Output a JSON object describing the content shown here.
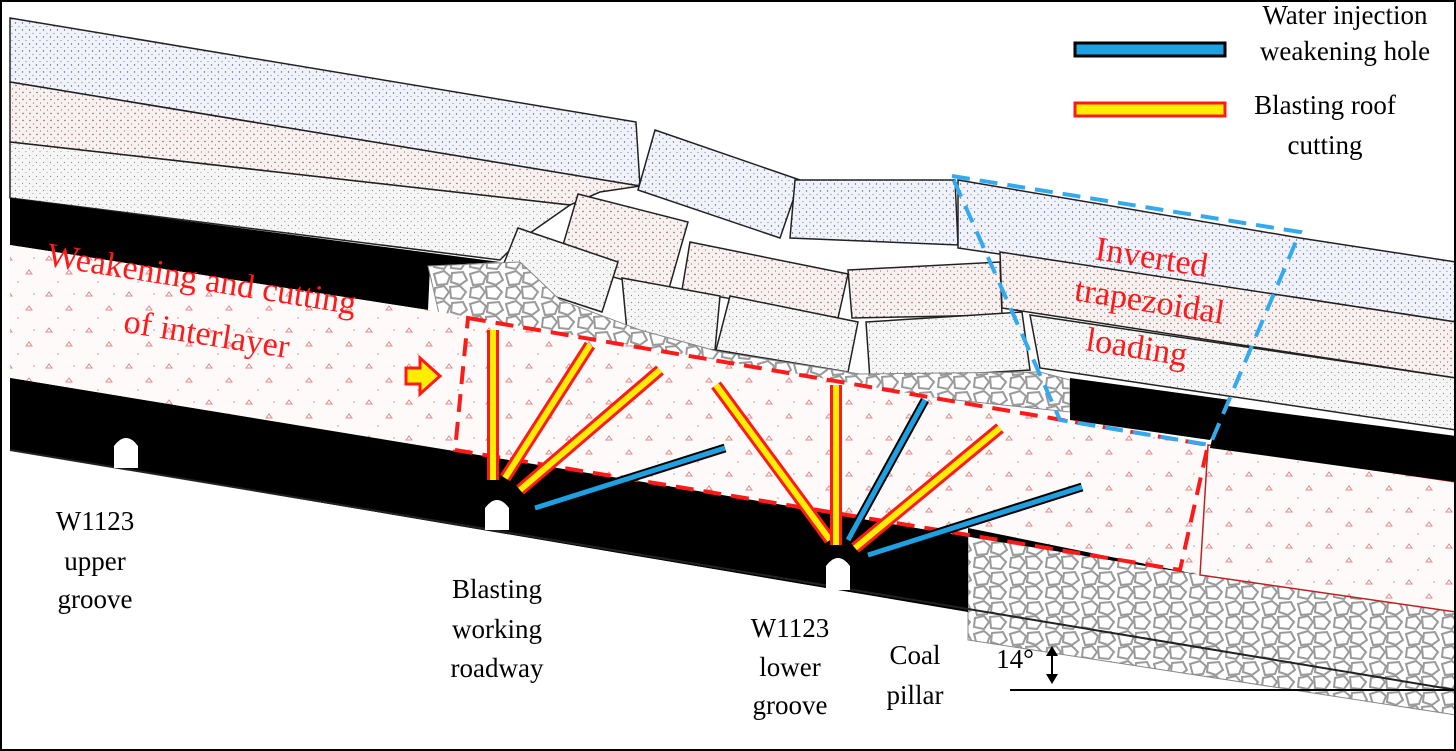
{
  "legend": {
    "water_line1": "Water injection",
    "water_line2": "weakening hole",
    "blast_line1": "Blasting roof",
    "blast_line2": "cutting"
  },
  "labels": {
    "weakening_line1": "Weakening and cutting",
    "weakening_line2": "of interlayer",
    "inverted_line1": "Inverted",
    "inverted_line2": "trapezoidal",
    "inverted_line3": "loading",
    "upper_groove_line1": "W1123",
    "upper_groove_line2": "upper",
    "upper_groove_line3": "groove",
    "blasting_roadway_line1": "Blasting",
    "blasting_roadway_line2": "working",
    "blasting_roadway_line3": "roadway",
    "lower_groove_line1": "W1123",
    "lower_groove_line2": "lower",
    "lower_groove_line3": "groove",
    "coal_pillar_line1": "Coal",
    "coal_pillar_line2": "pillar",
    "angle": "14°"
  },
  "colors": {
    "blast_fill": "#ffee00",
    "blast_stroke": "#ff1a1a",
    "water_fill": "#1fa0e0",
    "annotation_red": "#ff1a1a",
    "trapezoid_dash": "#33aaee",
    "coal": "#000000"
  }
}
